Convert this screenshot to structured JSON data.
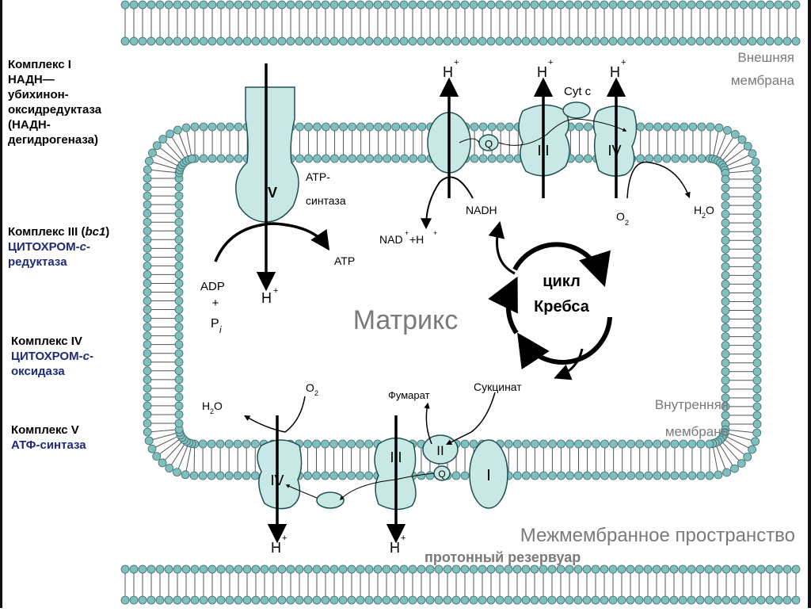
{
  "sidebar": {
    "complex1": {
      "line1": "Комплекс I",
      "line2": "НАДН—",
      "line3": "убихинон-",
      "line4": "оксидредуктаза",
      "line5": "(НАДН-",
      "line6": "дегидрогеназа)"
    },
    "complex3": {
      "title_prefix": "Комплекс III (",
      "title_italic": "bc1",
      "title_suffix": ")",
      "line2_prefix": "ЦИТОХРОМ-",
      "line2_italic": "c",
      "line2_suffix": "-",
      "line3": "редуктаза"
    },
    "complex4": {
      "title": "Комплекс IV",
      "line2_prefix": "ЦИТОХРОМ-",
      "line2_italic": "c",
      "line2_suffix": "-",
      "line3": "оксидаза"
    },
    "complex5": {
      "title": "Комплекс V",
      "line2": "АТФ-синтаза"
    }
  },
  "diagram": {
    "outer_membrane_label_1": "Внешняя",
    "outer_membrane_label_2": "мембрана",
    "inner_membrane_label_1": "Внутренняя",
    "inner_membrane_label_2": "мембрана",
    "matrix_label": "Матрикс",
    "intermembrane_label": "Межмембранное пространство",
    "proton_reservoir_label": "протонный резервуар",
    "krebs_label_1": "цикл",
    "krebs_label_2": "Кребса",
    "complex_v_label": "V",
    "atp_synthase_label_1": "ATP-",
    "atp_synthase_label_2": "синтаза",
    "atp_label": "ATP",
    "adp_label": "ADP",
    "plus_label": "+",
    "pi_label": "P",
    "pi_sub": "i",
    "h_plus": "H",
    "plus_sup": "+",
    "nadh_label": "NADH",
    "nad_label": "NAD",
    "nad_rest": "+H",
    "o2_label": "O",
    "o2_sub": "2",
    "h2o_label": "H",
    "h2o_sub": "2",
    "h2o_end": "O",
    "cytc_label": "Cyt c",
    "q_label": "Q",
    "fumarate_label": "Фумарат",
    "succinate_label": "Сукцинат",
    "complex_i_label": "I",
    "complex_ii_label": "II",
    "complex_iii_label": "III",
    "complex_iv_label": "IV"
  },
  "colors": {
    "protein_fill": "#c8e8e6",
    "protein_stroke": "#1f4f55",
    "lipid_head": "#7fbfbd",
    "lipid_head_stroke": "#3c6a6e",
    "tail": "#555555",
    "label_gray": "#7a7a7a",
    "blue_text": "#1e2a78"
  }
}
